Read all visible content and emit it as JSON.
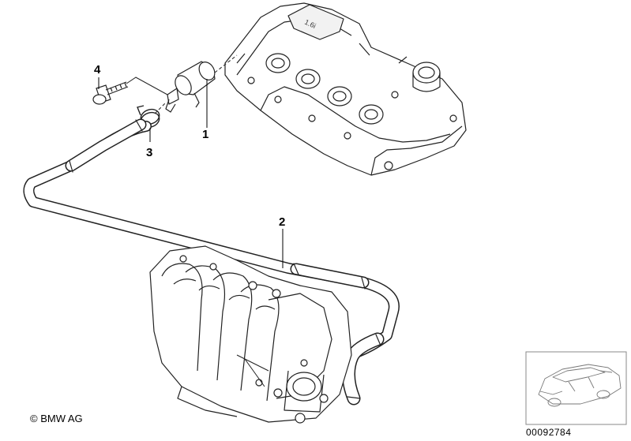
{
  "callouts": [
    {
      "id": "1",
      "label": "1"
    },
    {
      "id": "2",
      "label": "2"
    },
    {
      "id": "3",
      "label": "3"
    },
    {
      "id": "4",
      "label": "4"
    }
  ],
  "copyright": "© BMW AG",
  "figure_number": "00092784"
}
